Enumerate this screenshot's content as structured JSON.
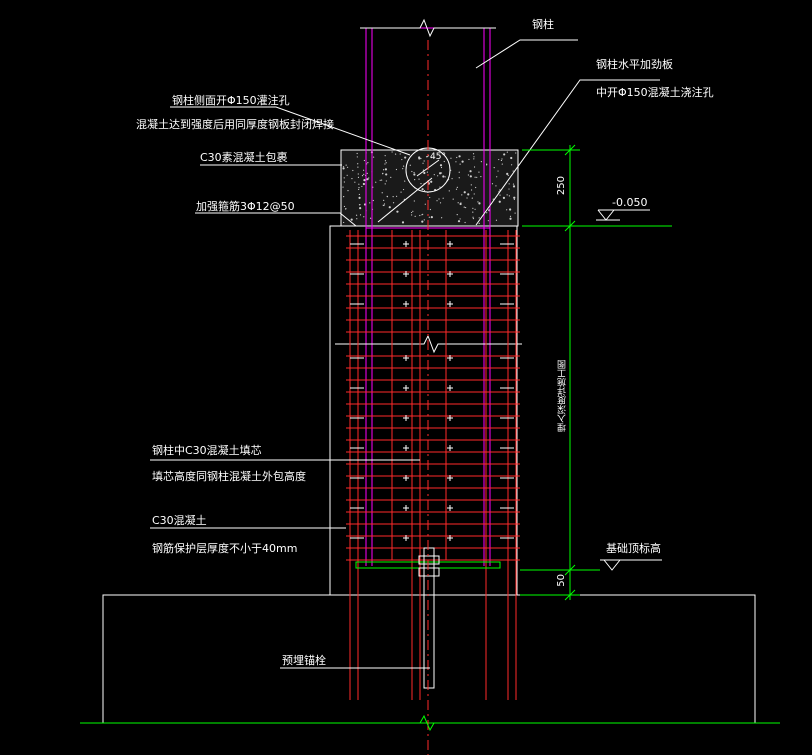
{
  "colors": {
    "background": "#000000",
    "steel": "#ff00ff",
    "rebar": "#ff2a2a",
    "line": "#ffffff",
    "dimension": "#00ff00",
    "plate": "#00ff00"
  },
  "labels": {
    "steel_column": "钢柱",
    "stiffener_plate": "钢柱水平加劲板",
    "plate_hole": "中开Φ150混凝土浇注孔",
    "side_hole_line1": "钢柱侧面开Φ150灌注孔",
    "side_hole_line2": "混凝土达到强度后用同厚度钢板封闭焊接",
    "c30_encasement": "C30素混凝土包裹",
    "hoop": "加强箍筋3Φ12@50",
    "column_fill_line1": "钢柱中C30混凝土填芯",
    "column_fill_line2": "填芯高度同钢柱混凝土外包高度",
    "c30_concrete": "C30混凝土",
    "cover": "钢筋保护层厚度不小于40mm",
    "anchor_bolt": "预埋锚栓",
    "foundation_level": "基础顶标高",
    "elevation": "-0.050",
    "angle": "45°",
    "vertical_dim_text": "埋入深度详施工图"
  },
  "dimensions": {
    "top": "250",
    "bottom": "50"
  }
}
